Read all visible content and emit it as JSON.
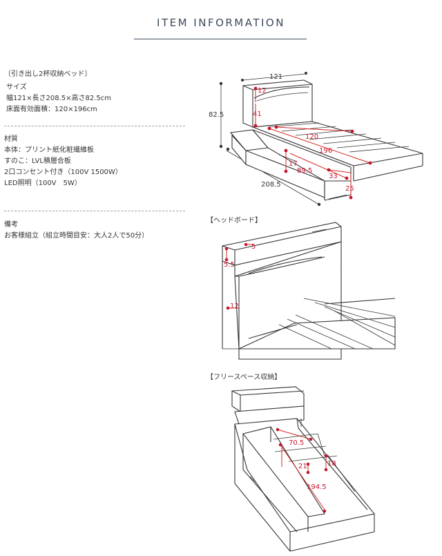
{
  "header": {
    "title": "ITEM INFORMATION"
  },
  "product": {
    "name": "〔引き出し2杯収納ベッド〕"
  },
  "size": {
    "heading": "サイズ",
    "line1": "幅121×長さ208.5×高さ82.5cm",
    "line2": "床面有効面積：120×196cm"
  },
  "material": {
    "heading": "材質",
    "line1": "本体：プリント紙化粧繊維板",
    "line2": "すのこ：LVL積層合板",
    "line3": "2口コンセント付き（100V 1500W）",
    "line4": "LED照明（100V　5W）"
  },
  "notes": {
    "heading": "備考",
    "line1": "お客様組立（組立時間目安：大人2人で50分）"
  },
  "diagram_main": {
    "dims": {
      "width": "121",
      "height": "82.5",
      "length": "208.5",
      "headboard_top": "12",
      "headboard_height": "41",
      "inner_width": "120",
      "inner_length": "196",
      "drawer_height": "17",
      "drawer_length": "89.5",
      "drawer_width": "33",
      "underfloor": "25"
    }
  },
  "diagram_headboard": {
    "caption": "【ヘッドボード】",
    "dims": {
      "shelf_depth": "5",
      "shelf_height": "5.5",
      "board": "12"
    }
  },
  "diagram_storage": {
    "caption": "【フリースペース収納】",
    "dims": {
      "width": "70.5",
      "depth": "21",
      "height": "18",
      "length": "194.5"
    }
  },
  "colors": {
    "accent": "#c8152d",
    "heading": "#3b4a5a",
    "line": "#333333"
  }
}
